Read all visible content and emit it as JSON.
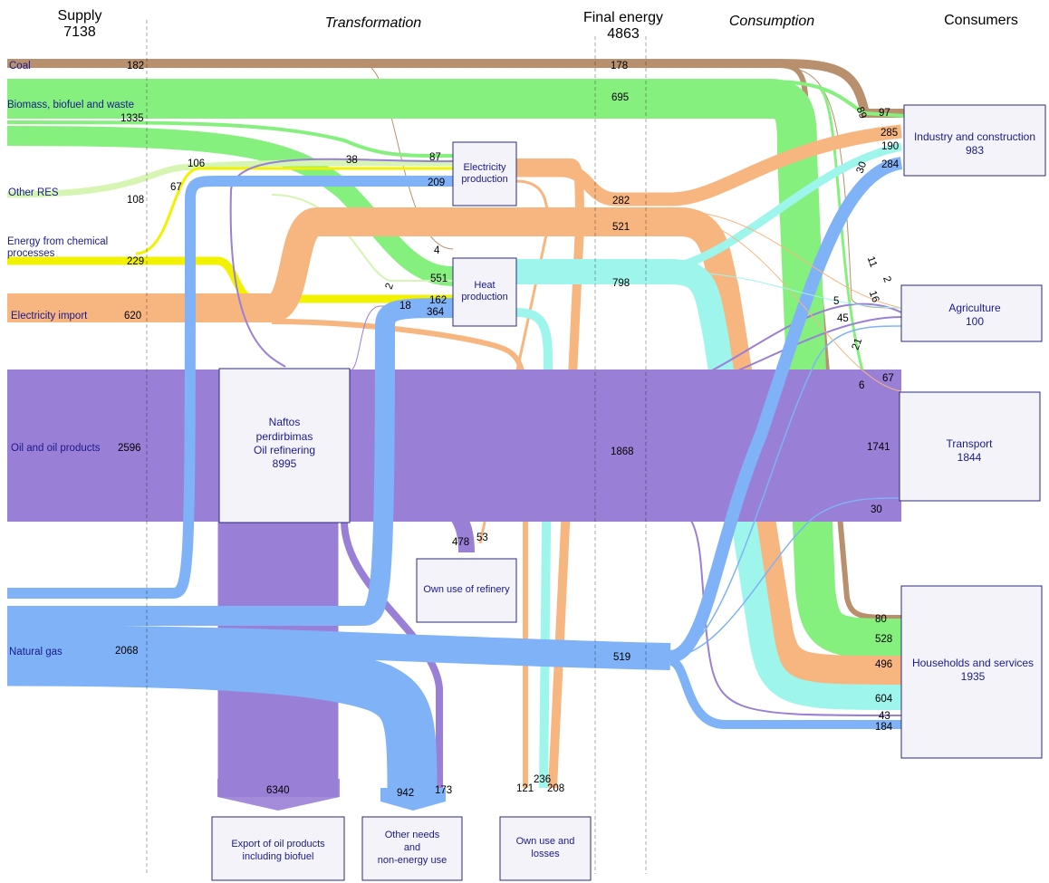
{
  "headers": {
    "supply": "Supply",
    "supply_total": "7138",
    "transformation": "Transformation",
    "final_energy": "Final energy",
    "final_total": "4863",
    "consumption": "Consumption",
    "consumers": "Consumers"
  },
  "colors": {
    "coal": "#b8906e",
    "biomass": "#86f07f",
    "other_res": "#d6f5b3",
    "chemical": "#f2f200",
    "electricity": "#f7b680",
    "heat": "#9ef5ec",
    "oil": "#9a7fd6",
    "gas": "#7fb2f6"
  },
  "sources": [
    {
      "label": "Coal",
      "value": "182"
    },
    {
      "label": "Biomass, biofuel and waste",
      "value": "1335"
    },
    {
      "label": "Other RES",
      "value": "108"
    },
    {
      "label": "Energy from chemical processes",
      "value": "229"
    },
    {
      "label": "Electricity import",
      "value": "620"
    },
    {
      "label": "Oil and oil products",
      "value": "2596"
    },
    {
      "label": "Natural gas",
      "value": "2068"
    }
  ],
  "processes": {
    "electricity_production": [
      "Electricity",
      "production"
    ],
    "heat_production": [
      "Heat",
      "production"
    ],
    "refinery": [
      "Naftos",
      "perdirbimas",
      "Oil refinering",
      "8995"
    ],
    "own_use_refinery": "Own use of refinery",
    "export": [
      "Export of oil products",
      "including biofuel"
    ],
    "other_needs": [
      "Other needs",
      "and",
      "non-energy use"
    ],
    "own_use_losses": [
      "Own use and",
      "losses"
    ]
  },
  "consumers": [
    {
      "name": "Industry and construction",
      "total": "983"
    },
    {
      "name": "Agriculture",
      "total": "100"
    },
    {
      "name": "Transport",
      "total": "1844"
    },
    {
      "name": "Households and services",
      "total": "1935"
    }
  ],
  "flow_values": {
    "elec_in_biomass": "87",
    "elec_in_oil": "38",
    "elec_in_gas": "209",
    "other_res_to_elec": "106",
    "chemical_to_elec": "67",
    "heat_in_coal": "4",
    "heat_in_res": "2",
    "heat_in_biomass": "551",
    "heat_in_chemical": "162",
    "heat_in_oil": "18",
    "heat_in_gas": "364",
    "final_coal": "178",
    "final_biomass": "695",
    "final_elec_prod": "282",
    "final_elec": "521",
    "final_heat": "798",
    "final_oil": "1868",
    "final_gas": "519",
    "refinery_own": "478",
    "elec_own_refinery": "53",
    "export": "6340",
    "other_gas": "942",
    "other_oil": "173",
    "loss_elec": "121",
    "loss_heat": "236",
    "loss_elec2": "208",
    "ind_biomass": "89",
    "ind_coal": "97",
    "ind_elec": "285",
    "ind_heat": "190",
    "ind_oil": "30",
    "ind_gas": "284",
    "agr_elec": "11",
    "agr_coal": "2",
    "agr_heat": "5",
    "agr_biomass": "16",
    "agr_oil": "45",
    "agr_gas": "21",
    "tr_elec": "6",
    "tr_biomass": "67",
    "tr_oil": "1741",
    "tr_gas": "30",
    "hh_coal": "80",
    "hh_biomass": "528",
    "hh_elec": "496",
    "hh_heat": "604",
    "hh_oil": "43",
    "hh_gas": "184"
  }
}
